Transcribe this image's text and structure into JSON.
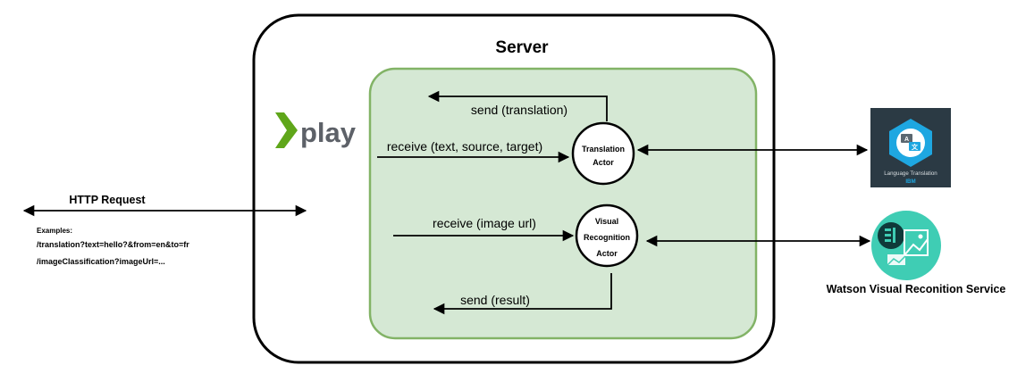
{
  "server": {
    "title": "Server"
  },
  "play": {
    "logo_text": "play"
  },
  "http": {
    "title": "HTTP Request",
    "examples_label": "Examples:",
    "example_1": "/translation?text=hello?&from=en&to=fr",
    "example_2": "/imageClassification?imageUrl=..."
  },
  "translation_actor": {
    "line1": "Translation",
    "line2": "Actor",
    "receive_label": "receive (text, source, target)",
    "send_label": "send (translation)"
  },
  "visual_actor": {
    "line1": "Visual",
    "line2": "Recognition",
    "line3": "Actor",
    "receive_label": "receive (image url)",
    "send_label": "send (result)"
  },
  "language_translation": {
    "label": "Language Translation",
    "vendor": "IBM"
  },
  "watson": {
    "label": "Watson Visual Reconition Service"
  },
  "colors": {
    "inner_fill": "#d5e8d4",
    "inner_stroke": "#82b366",
    "play_green": "#5fa61a",
    "ibm_bg": "#2b3a44",
    "ibm_accent": "#1ea7e1",
    "watson_teal": "#3fcdb4"
  },
  "icons": [
    "play-logo-icon",
    "language-translation-icon",
    "watson-visual-recognition-icon"
  ]
}
